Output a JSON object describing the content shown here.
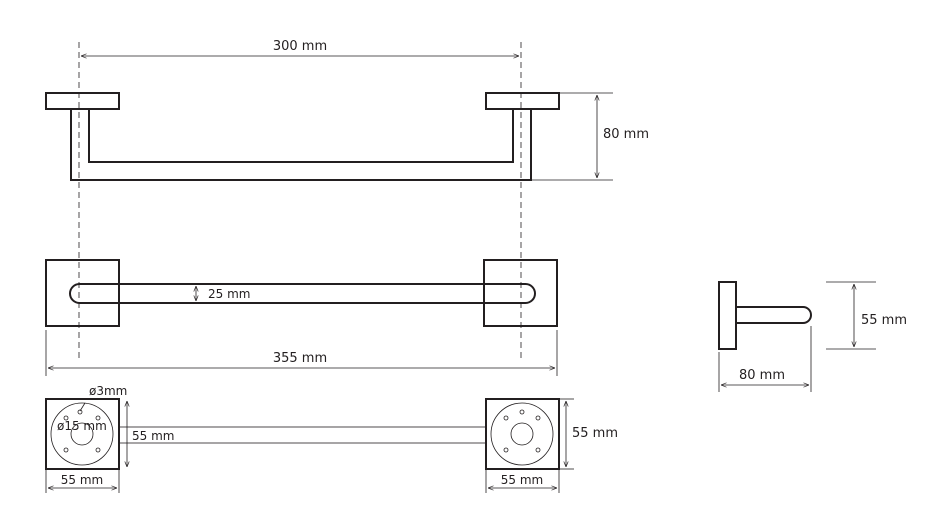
{
  "dimensions": {
    "top_width": "300 mm",
    "top_depth": "80 mm",
    "bar_dia": "25 mm",
    "overall_length": "355 mm",
    "hole_small": "ø3mm",
    "hole_large": "ø15 mm",
    "rod_length": "55 mm",
    "plate_height": "55 mm",
    "plate_width_left": "55 mm",
    "plate_width_right": "55 mm",
    "side_height": "55 mm",
    "side_depth": "80 mm"
  },
  "colors": {
    "line": "#231f20",
    "background": "#ffffff"
  }
}
